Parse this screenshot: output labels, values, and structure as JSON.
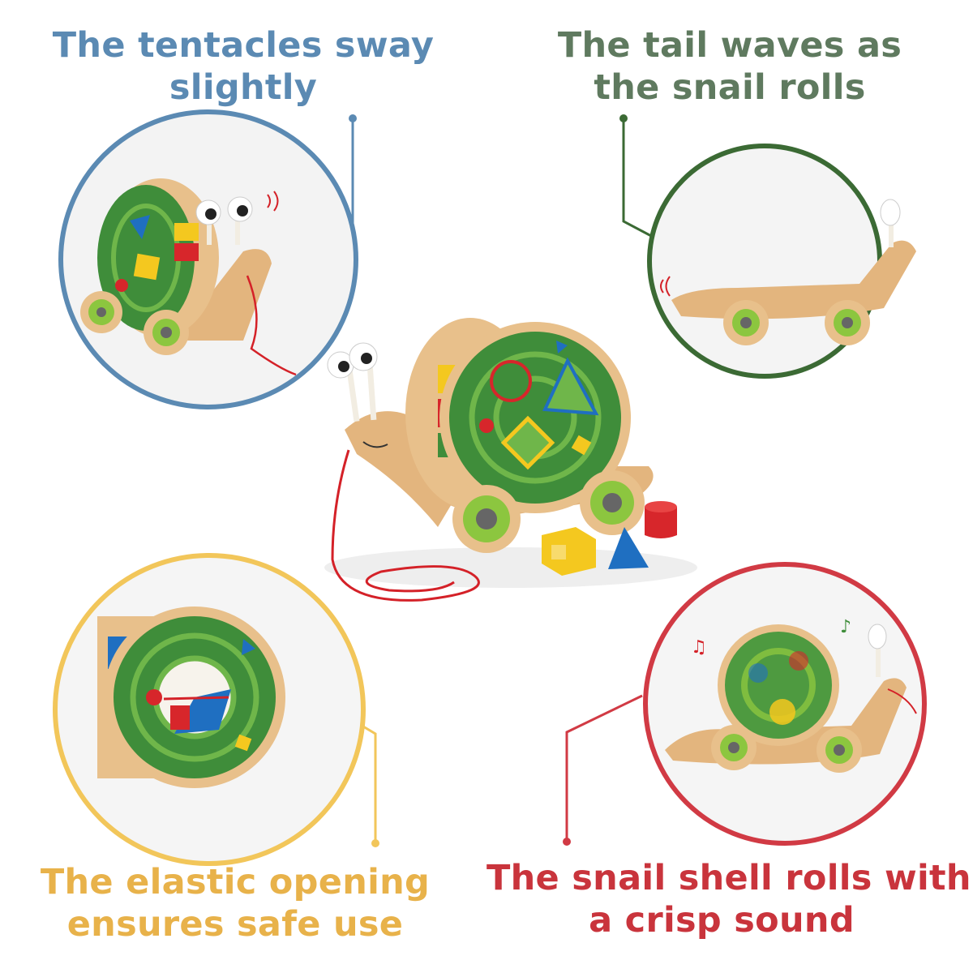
{
  "callouts": {
    "top_left": {
      "lines": [
        "The tentacles sway",
        "slightly"
      ],
      "color": "#5b8ab3"
    },
    "top_right": {
      "lines": [
        "The tail waves as",
        "the snail rolls"
      ],
      "color": "#5f7a5f"
    },
    "bottom_left": {
      "lines": [
        "The elastic opening",
        "ensures safe use"
      ],
      "color": "#e8b24a"
    },
    "bottom_right": {
      "lines": [
        "The snail shell rolls with",
        "a crisp sound"
      ],
      "color": "#c9343c"
    }
  },
  "circle_colors": {
    "top_left": "#5b8ab3",
    "top_right": "#3b6a34",
    "bottom_left": "#f2c65a",
    "bottom_right": "#d13a44"
  },
  "toy_colors": {
    "wood": "#e8c08b",
    "shell_green": "#3f8d3a",
    "shell_light": "#6fb64a",
    "wheel_green": "#8cc63f",
    "string_red": "#d42128",
    "block_yellow": "#f4c81f",
    "block_blue": "#1f6fc1",
    "block_red": "#d7262b"
  }
}
